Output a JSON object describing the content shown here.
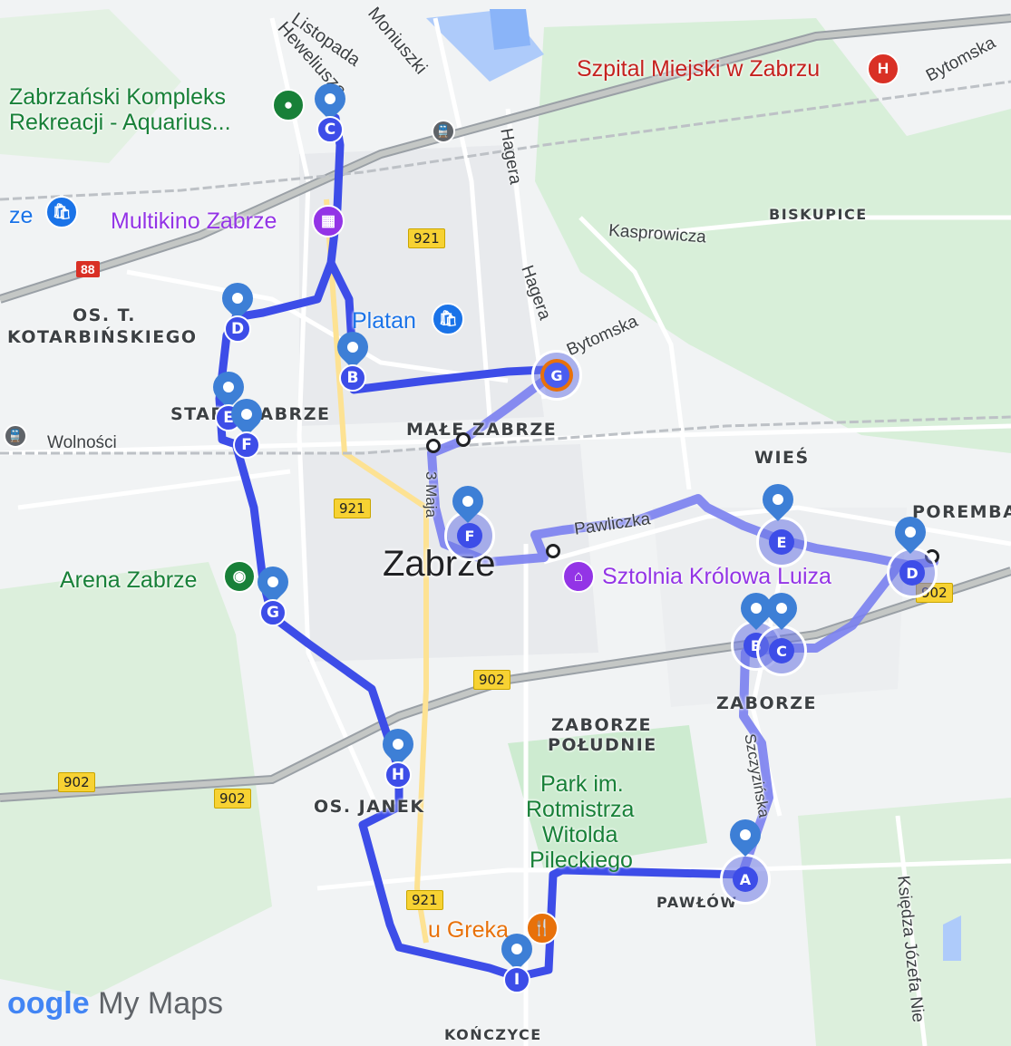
{
  "map": {
    "brand": {
      "google_partial": "oogle",
      "product": "My Maps"
    },
    "city_label": "Zabrze",
    "districts": {
      "os_t": "OS. T.",
      "kotarbinskiego": "KOTARBIŃSKIEGO",
      "stare_zabrze": "STARE ZABRZE",
      "male_zabrze": "MAŁE ZABRZE",
      "wies": "WIEŚ",
      "poremba": "POREMBA",
      "biskupice": "BISKUPICE",
      "zaborze": "ZABORZE",
      "zaborze_poludnie_1": "ZABORZE",
      "zaborze_poludnie_2": "POŁUDNIE",
      "os_janek": "OS. JANEK",
      "pawlow": "PAWŁÓW",
      "konczyce": "KOŃCZYCE"
    },
    "streets": {
      "listopada": "Listopada",
      "heweliusza": "Heweliusza",
      "moniuszki": "Moniuszki",
      "bytomska_top": "Bytomska",
      "bytomska_mid": "Bytomska",
      "hagera_1": "Hagera",
      "hagera_2": "Hagera",
      "kasprowicza": "Kasprowicza",
      "wolnosci": "Wolności",
      "trzeciego_maja": "3 Maja",
      "pawliczka": "Pawliczka",
      "szczycinska": "Szczyzińska",
      "ksiedza": "Księdza Józefa Nie"
    },
    "pois": {
      "aquarius": [
        "Zabrzański Kompleks",
        "Rekreacji -  Aquarius..."
      ],
      "multikino": "Multikino Zabrze",
      "szpital": "Szpital Miejski w Zabrzu",
      "platan": "Platan",
      "arena": "Arena Zabrze",
      "sztolnia": "Sztolnia Królowa Luiza",
      "park": [
        "Park im.",
        "Rotmistrza",
        "Witolda",
        "Pileckiego"
      ],
      "greka": "u Greka",
      "ze_left": "ze"
    },
    "road_shields": {
      "r921_a": "921",
      "r921_b": "921",
      "r921_c": "921",
      "r902_a": "902",
      "r902_b": "902",
      "r902_c": "902",
      "r902_d": "902",
      "r88": "88"
    },
    "route_west": {
      "color": "#3d4de8",
      "stops": [
        {
          "letter": "B"
        },
        {
          "letter": "C"
        },
        {
          "letter": "D"
        },
        {
          "letter": "E"
        },
        {
          "letter": "F"
        },
        {
          "letter": "G"
        },
        {
          "letter": "H"
        },
        {
          "letter": "I"
        }
      ]
    },
    "route_east": {
      "color": "#7a7ff0",
      "stops": [
        {
          "letter": "A"
        },
        {
          "letter": "B"
        },
        {
          "letter": "C"
        },
        {
          "letter": "D"
        },
        {
          "letter": "E"
        },
        {
          "letter": "F"
        },
        {
          "letter": "G"
        }
      ]
    },
    "icons": {
      "aquarius": "park-icon",
      "multikino": "cinema-icon",
      "szpital": "hospital-icon",
      "platan": "shopping-icon",
      "arena": "stadium-icon",
      "sztolnia": "museum-icon",
      "greka": "restaurant-icon",
      "transit": "train-station-icon"
    }
  }
}
